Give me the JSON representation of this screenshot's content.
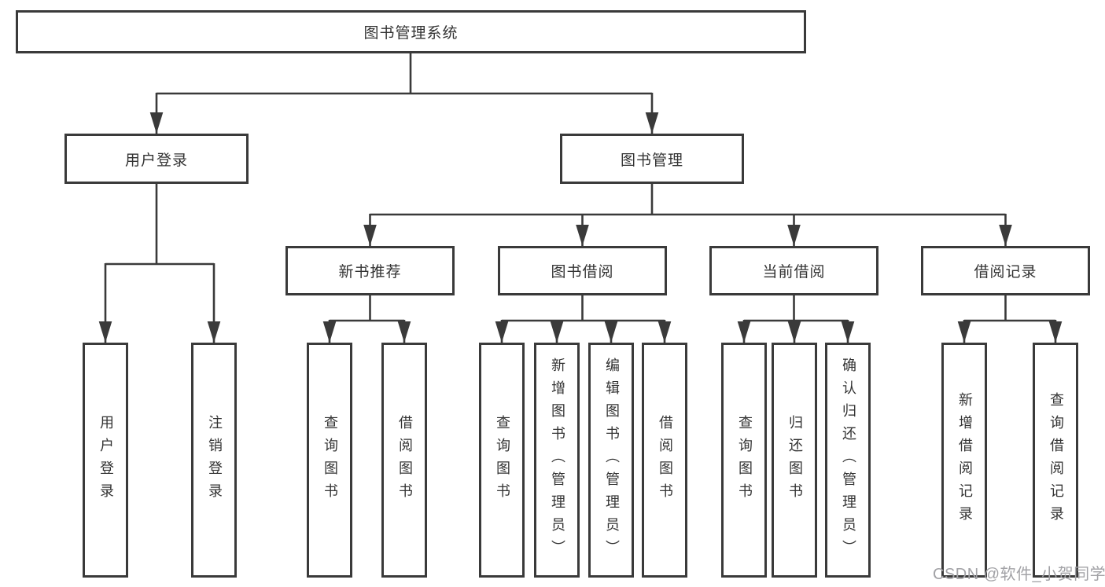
{
  "diagram": {
    "root": {
      "label": "图书管理系统"
    },
    "level2": [
      {
        "label": "用户登录"
      },
      {
        "label": "图书管理"
      }
    ],
    "level3": [
      {
        "label": "新书推荐"
      },
      {
        "label": "图书借阅"
      },
      {
        "label": "当前借阅"
      },
      {
        "label": "借阅记录"
      }
    ],
    "leaves": [
      {
        "label": "用户登录"
      },
      {
        "label": "注销登录"
      },
      {
        "label": "查询图书"
      },
      {
        "label": "借阅图书"
      },
      {
        "label": "查询图书"
      },
      {
        "label": "新增图书（管理员）"
      },
      {
        "label": "编辑图书（管理员）"
      },
      {
        "label": "借阅图书"
      },
      {
        "label": "查询图书"
      },
      {
        "label": "归还图书"
      },
      {
        "label": "确认归还（管理员）"
      },
      {
        "label": "新增借阅记录"
      },
      {
        "label": "查询借阅记录"
      }
    ],
    "colors": {
      "line": "#3a3a3a",
      "text": "#333333",
      "background": "#ffffff",
      "watermark": "#a2a2a6"
    }
  },
  "watermark": {
    "text": "CSDN @软件_小贺同学"
  }
}
